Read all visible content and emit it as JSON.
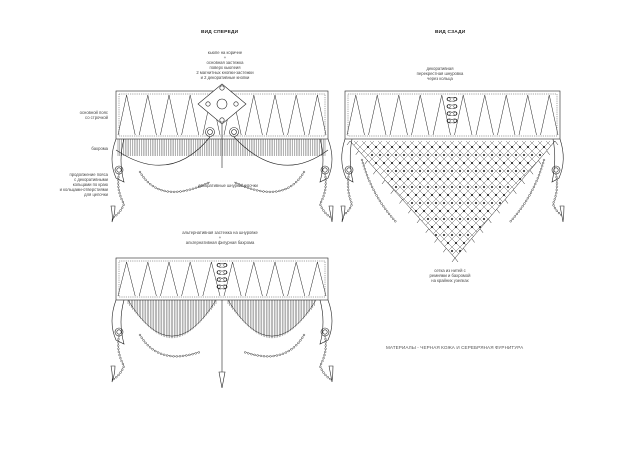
{
  "views": {
    "front_title": "ВИД СПЕРЕДИ",
    "back_title": "ВИД СЗАДИ"
  },
  "front_labels": {
    "top_1": "кьюпе на коричне",
    "top_plus": "+",
    "top_2": "основная застежка",
    "top_3": "поверх кьюпеия",
    "top_4": "2 магнитных кнопки-застежки",
    "top_5": "и 2 декоративные кнопки",
    "belt_1": "основной пояс",
    "belt_2": "со строчкой",
    "fringe": "бахрома",
    "ext_1": "продолжение пояса",
    "ext_2": "с декоративными",
    "ext_3": "кольцами по краю",
    "ext_4": "и кольцами-отверстиями",
    "ext_5": "для цепочки",
    "chain_note": "декоративные шнурки/цепочки"
  },
  "back_labels": {
    "lace_1": "декоративная",
    "lace_2": "перекрестная шнуровка",
    "lace_3": "через кольца",
    "net_1": "сетка из нитей с",
    "net_2": "ремнями и бахромой",
    "net_3": "на крайних узелках"
  },
  "alt_labels": {
    "alt_1": "альтернативная застежка на шнуровке",
    "alt_plus": "+",
    "alt_2": "альтернативная фигурная бахрома"
  },
  "materials": "МАТЕРИАЛЫ - ЧЕРНАЯ КОЖА И СЕРЕБРЯНАЯ ФУРНИТУРА"
}
